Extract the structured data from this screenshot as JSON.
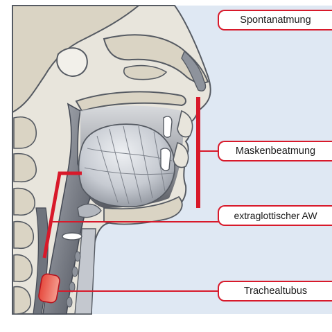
{
  "labels": {
    "spontanatmung": "Spontanatmung",
    "maskenbeatmung": "Maskenbeatmung",
    "extraglottischer_aw": "extraglottischer AW",
    "trachealtubus": "Trachealtubus"
  },
  "colors": {
    "accent_red": "#d8192a",
    "background": "#dfe8f3",
    "tissue": "#e8e5dc",
    "bone": "#dad4c4",
    "airway_dark": "#454a55",
    "airway_mid": "#8a8f99",
    "airway_light": "#c4c8cf"
  }
}
